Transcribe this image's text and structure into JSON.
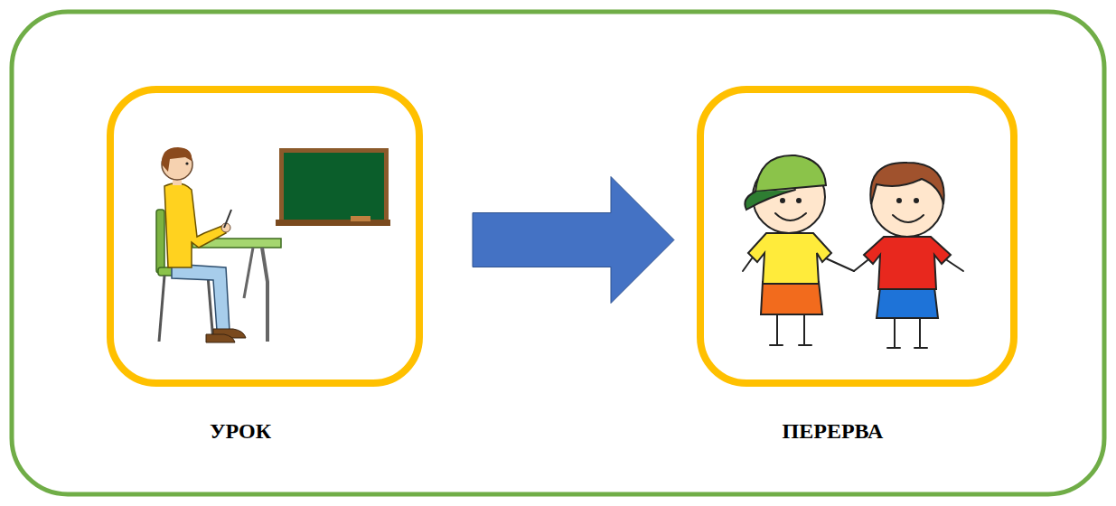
{
  "diagram": {
    "nodes": [
      {
        "text": [
          "УРОК"
        ]
      },
      {
        "text": [
          "ПЕРЕРВА"
        ]
      }
    ],
    "edges": [
      {
        "from": 0,
        "to": 1,
        "arrow": "to"
      }
    ]
  }
}
